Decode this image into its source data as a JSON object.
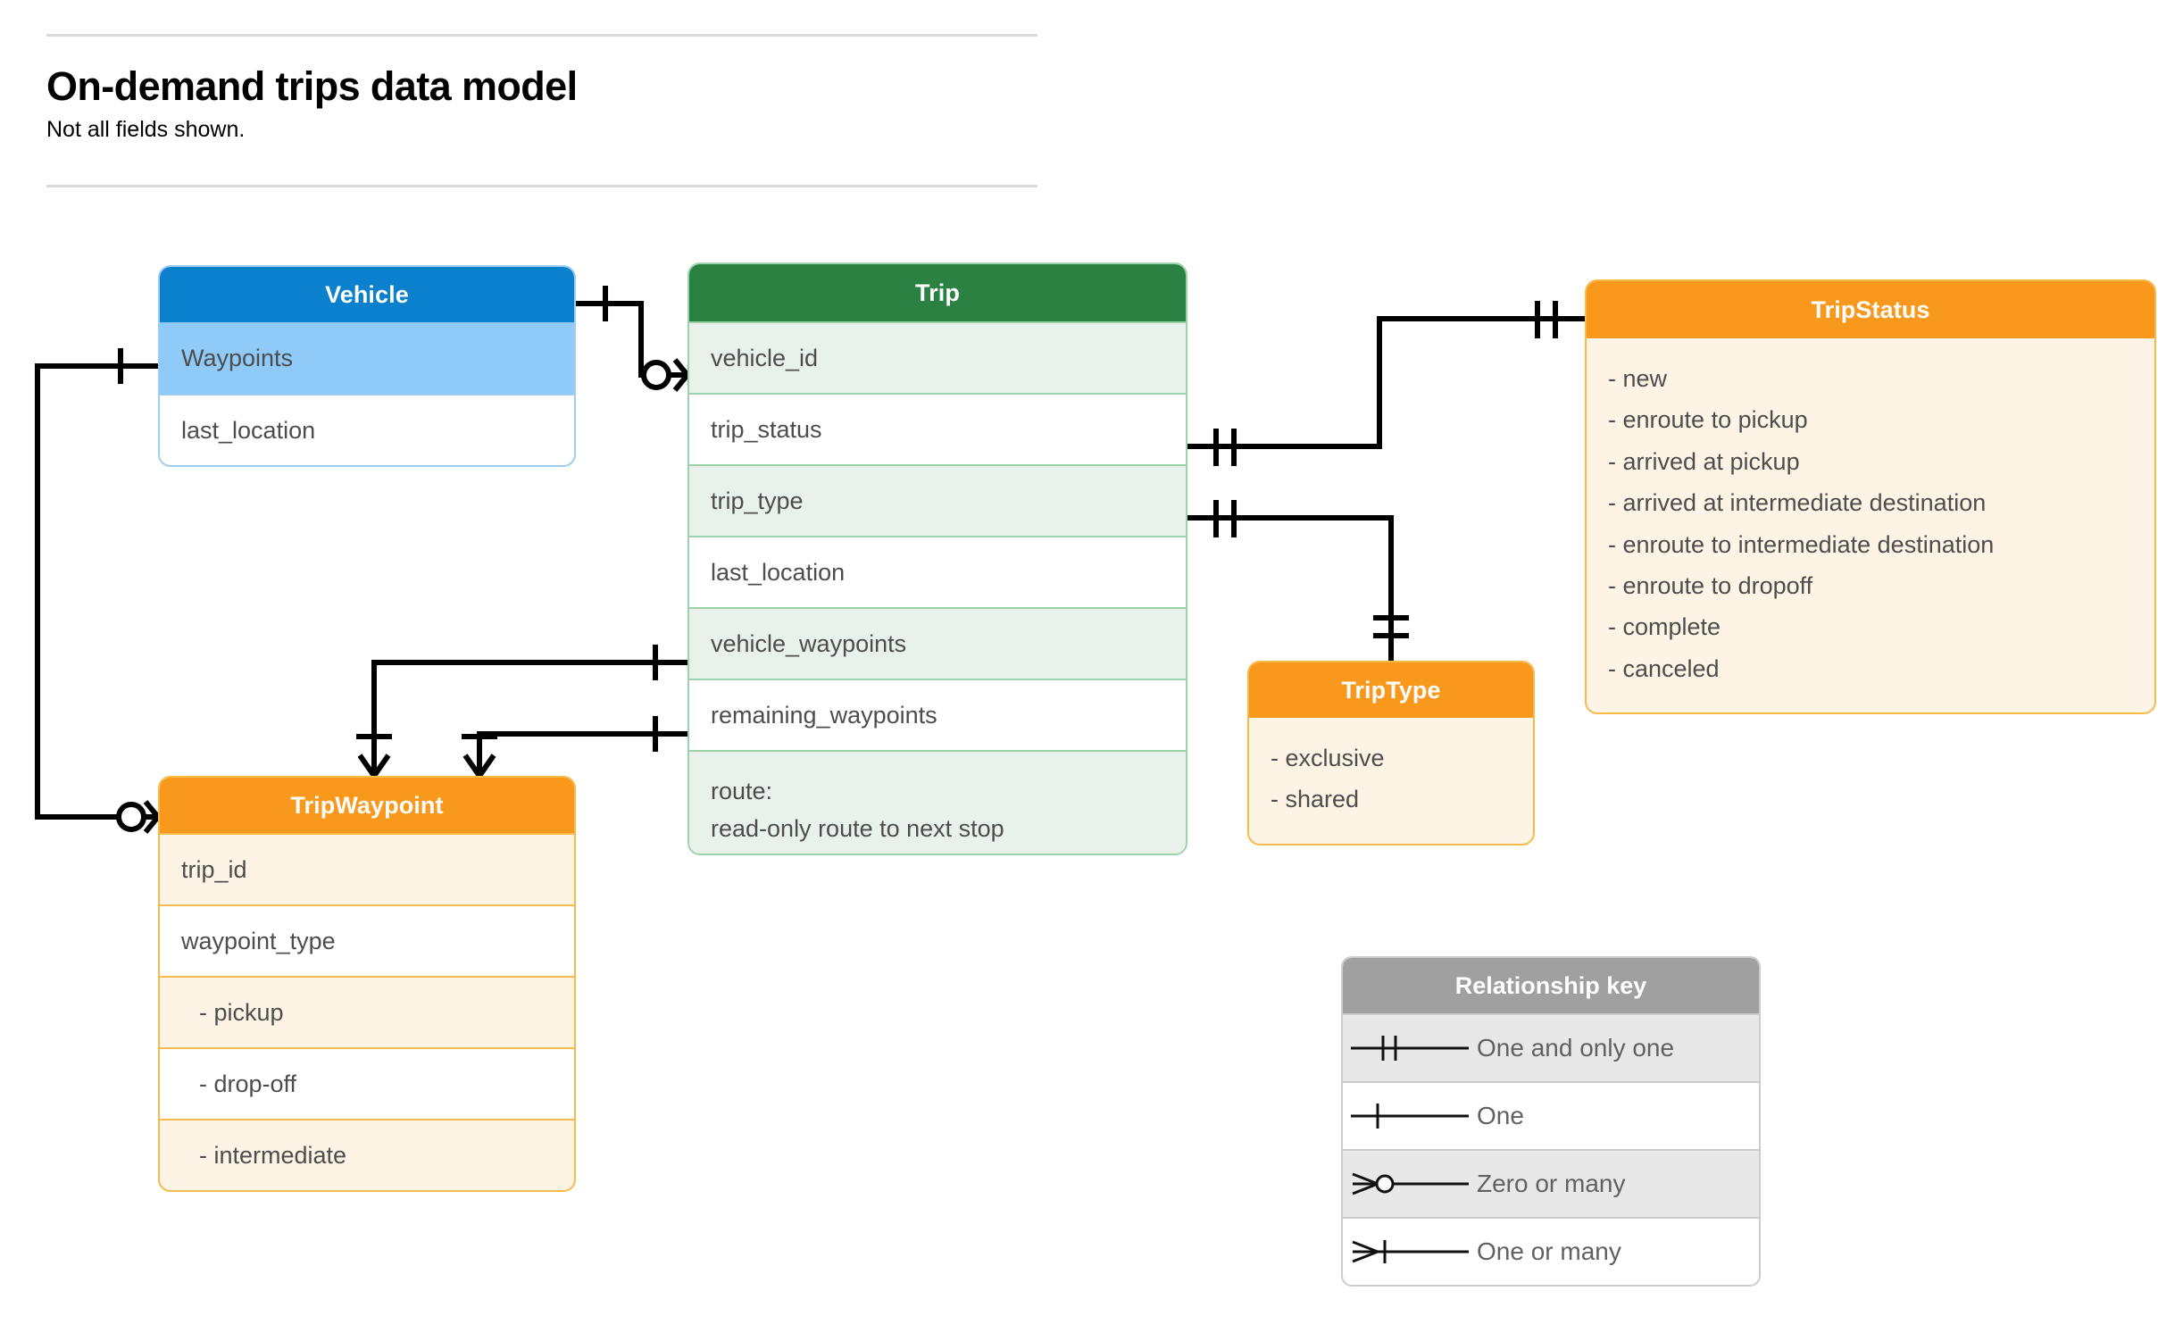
{
  "header": {
    "title": "On-demand trips data model",
    "subtitle": "Not all fields shown."
  },
  "colors": {
    "vehicle_header": "#0b80cd",
    "vehicle_row_alt": "#90caf9",
    "vehicle_border": "#9fcdf2",
    "trip_header": "#2a8141",
    "trip_row_alt": "#e8f1ea",
    "trip_border": "#9ed2ab",
    "orange_header": "#f8991d",
    "orange_fill": "#fdf4e6",
    "orange_border": "#f7b94a",
    "legend_header": "#a0a0a0",
    "legend_row_alt": "#e8e8e8",
    "text": "#4d4d4d",
    "connector": "#000000"
  },
  "entities": {
    "vehicle": {
      "name": "Vehicle",
      "fields": [
        {
          "label": "Waypoints",
          "highlighted": true
        },
        {
          "label": "last_location",
          "highlighted": false
        }
      ]
    },
    "trip": {
      "name": "Trip",
      "fields": [
        {
          "label": "vehicle_id"
        },
        {
          "label": "trip_status"
        },
        {
          "label": "trip_type"
        },
        {
          "label": "last_location"
        },
        {
          "label": "vehicle_waypoints"
        },
        {
          "label": "remaining_waypoints"
        }
      ],
      "route_field": {
        "label": "route:",
        "description": "read-only route to next stop"
      }
    },
    "trip_status": {
      "name": "TripStatus",
      "values": [
        "- new",
        "- enroute to pickup",
        "- arrived at pickup",
        "- arrived at intermediate destination",
        "- enroute to intermediate destination",
        "- enroute to dropoff",
        "- complete",
        "- canceled"
      ]
    },
    "trip_type": {
      "name": "TripType",
      "values": [
        "- exclusive",
        "- shared"
      ]
    },
    "trip_waypoint": {
      "name": "TripWaypoint",
      "fields": [
        {
          "label": "trip_id",
          "indent": false
        },
        {
          "label": "waypoint_type",
          "indent": false
        },
        {
          "label": "-  pickup",
          "indent": true
        },
        {
          "label": "-  drop-off",
          "indent": true
        },
        {
          "label": "-  intermediate",
          "indent": true
        }
      ]
    }
  },
  "legend": {
    "title": "Relationship key",
    "rows": [
      {
        "symbol": "one-and-only-one",
        "label": "One and only one"
      },
      {
        "symbol": "one",
        "label": "One"
      },
      {
        "symbol": "zero-or-many",
        "label": "Zero or many"
      },
      {
        "symbol": "one-or-many",
        "label": "One or many"
      }
    ]
  },
  "relationships": [
    {
      "from": "Vehicle",
      "to": "Trip.vehicle_id",
      "from_card": "one",
      "to_card": "zero-or-many"
    },
    {
      "from": "Trip.trip_status",
      "to": "TripStatus",
      "from_card": "one-and-only-one",
      "to_card": "one-and-only-one"
    },
    {
      "from": "Trip.trip_type",
      "to": "TripType",
      "from_card": "one-and-only-one",
      "to_card": "one-and-only-one"
    },
    {
      "from": "Vehicle.Waypoints",
      "to": "TripWaypoint",
      "from_card": "one",
      "to_card": "zero-or-many"
    },
    {
      "from": "Trip.vehicle_waypoints",
      "to": "TripWaypoint",
      "from_card": "one",
      "to_card": "one-or-many"
    },
    {
      "from": "Trip.remaining_waypoints",
      "to": "TripWaypoint",
      "from_card": "one",
      "to_card": "one-or-many"
    }
  ]
}
